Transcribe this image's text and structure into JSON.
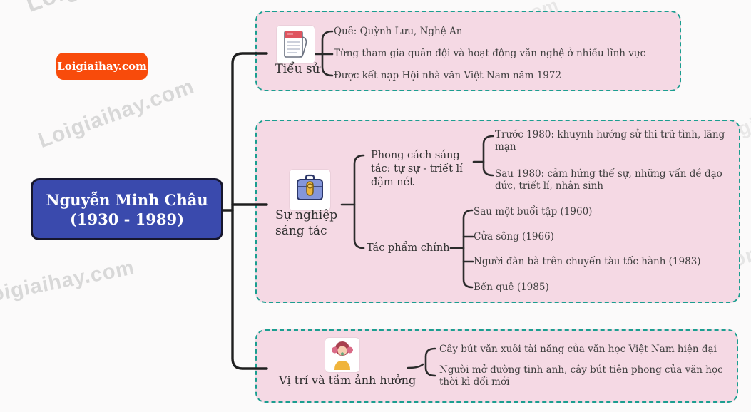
{
  "badge": {
    "label": "Loigiaihay.com",
    "bg": "#f84b0b"
  },
  "root": {
    "line1": "Nguyễn Minh Châu",
    "line2": "(1930 - 1989)",
    "fill": "#3a4aad",
    "border": "#16162c"
  },
  "theme": {
    "box_fill": "#f5d9e4",
    "box_border": "#1b9e90",
    "line": "#1f1f1f",
    "text": "#3e3e3e"
  },
  "branches": [
    {
      "label": "Tiểu sử",
      "icon": "newspaper-icon",
      "items": [
        "Quê: Quỳnh Lưu, Nghệ An",
        "Từng tham gia quân đội và hoạt động văn nghệ ở nhiều lĩnh vực",
        "Được kết nạp Hội nhà văn Việt Nam năm 1972"
      ]
    },
    {
      "label": "Sự nghiệp sáng tác",
      "icon": "briefcase-icon",
      "children": [
        {
          "label": "Phong cách sáng tác: tự sự - triết lí đậm nét",
          "items": [
            "Trước 1980: khuynh hướng sử thi trữ tình, lãng mạn",
            "Sau 1980: cảm hứng thế sự, những vấn đề đạo đức, triết lí, nhân sinh"
          ]
        },
        {
          "label": "Tác phẩm chính",
          "items": [
            "Sau một buổi tập (1960)",
            "Cửa sông (1966)",
            "Người đàn bà trên chuyến tàu tốc hành (1983)",
            "Bến quê (1985)"
          ]
        }
      ]
    },
    {
      "label": "Vị trí và tầm ảnh hưởng",
      "icon": "person-icon",
      "items": [
        "Cây bút văn xuôi tài năng của văn học Việt Nam hiện đại",
        "Người mở đường tinh anh, cây bút tiên phong của văn học thời kì đổi mới"
      ]
    }
  ],
  "watermarks": [
    "Loigiaihay.",
    "Loigiaihay.com",
    "oigiaihay.com",
    "Loigiaihay.com",
    "Loigiaihay.com",
    "Loigiai",
    "Loigiaihay.com",
    "Loigiaiha"
  ]
}
